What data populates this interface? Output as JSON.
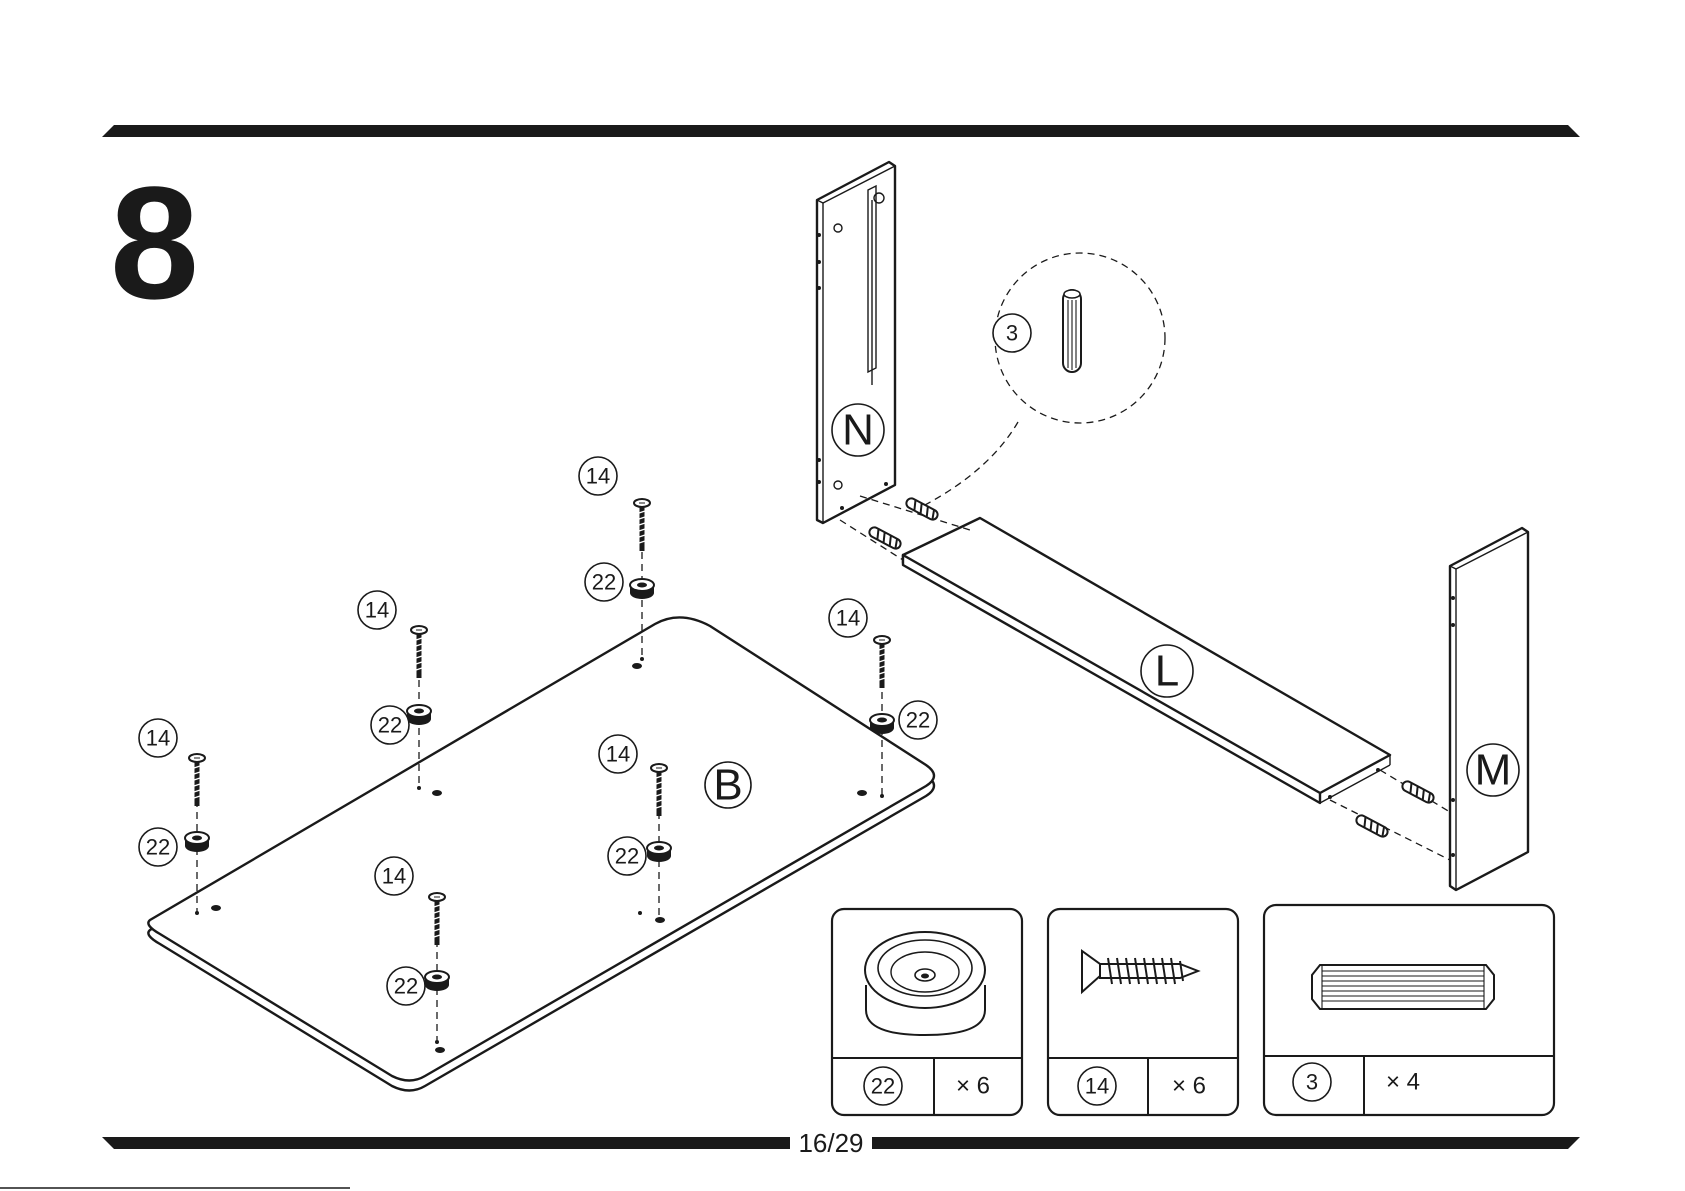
{
  "step_number": "8",
  "page_number": "16/29",
  "panels": {
    "B": "B",
    "L": "L",
    "M": "M",
    "N": "N"
  },
  "callouts": {
    "screw": "14",
    "foot": "22",
    "dowel": "3"
  },
  "parts_list": [
    {
      "id": "22",
      "qty": "× 6",
      "icon": "foot-pad-icon"
    },
    {
      "id": "14",
      "qty": "× 6",
      "icon": "screw-icon"
    },
    {
      "id": "3",
      "qty": "× 4",
      "icon": "dowel-icon"
    }
  ]
}
